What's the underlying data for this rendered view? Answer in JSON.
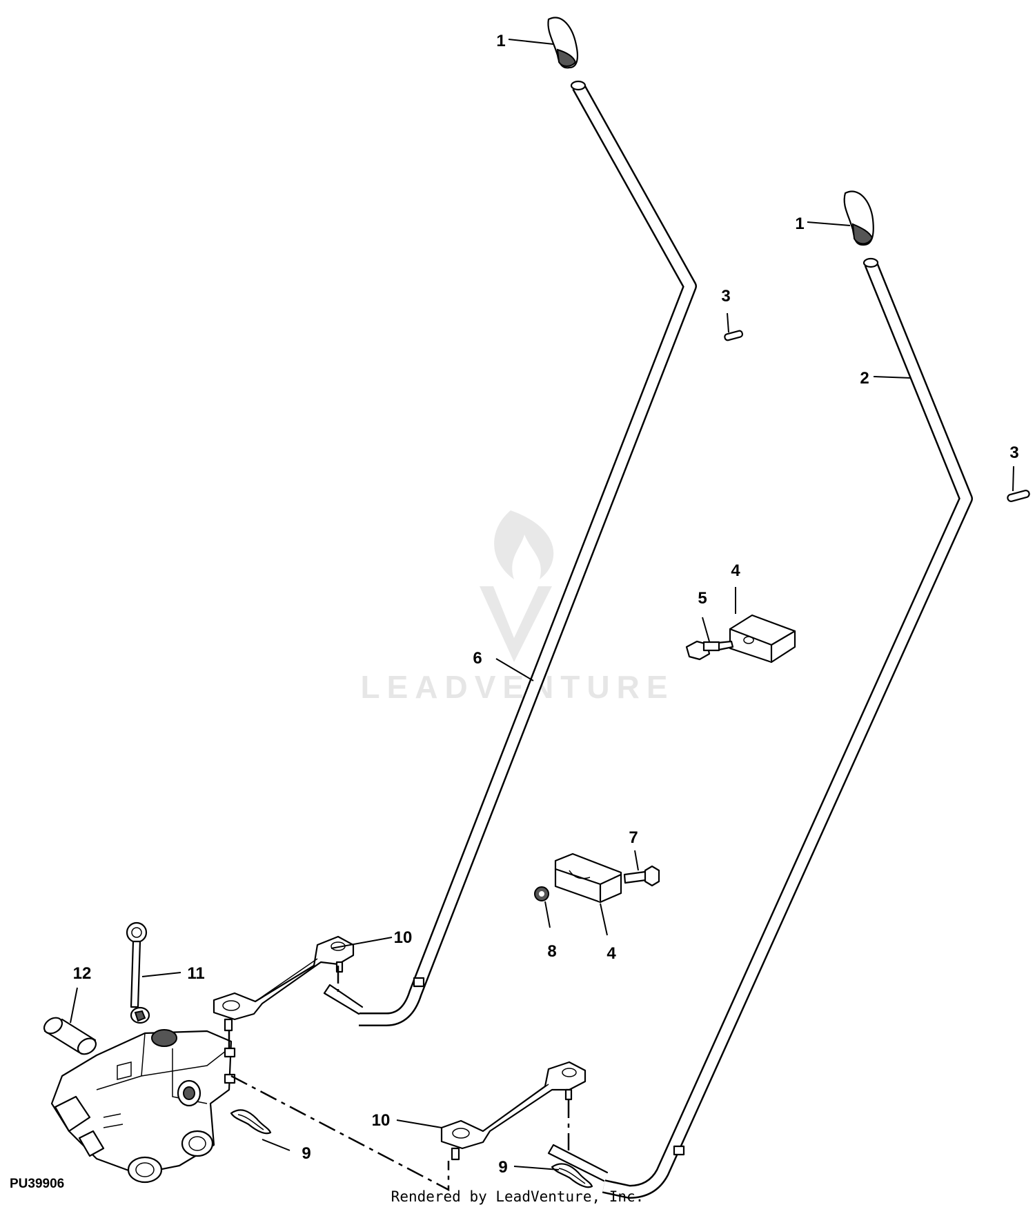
{
  "watermark": "LEADVENTURE",
  "figure_id": "PU39906",
  "credit": "Rendered by LeadVenture, Inc.",
  "callouts": {
    "c1a": "1",
    "c1b": "1",
    "c2": "2",
    "c3a": "3",
    "c3b": "3",
    "c4a": "4",
    "c4b": "4",
    "c5": "5",
    "c6": "6",
    "c7": "7",
    "c8": "8",
    "c9a": "9",
    "c9b": "9",
    "c10a": "10",
    "c10b": "10",
    "c11": "11",
    "c12": "12"
  }
}
